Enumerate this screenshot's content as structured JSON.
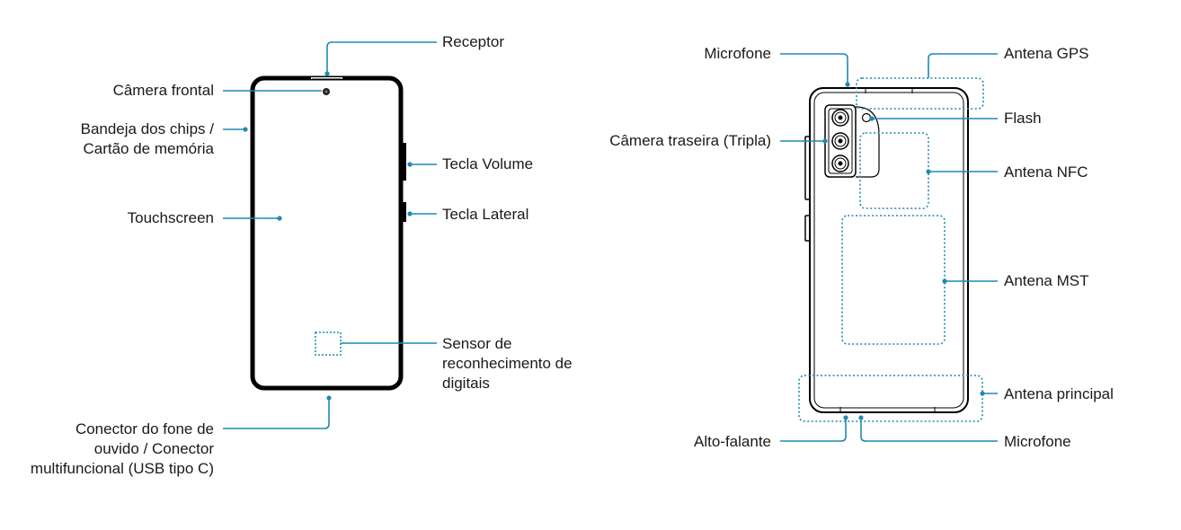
{
  "front": {
    "receptor": "Receptor",
    "camera_frontal": "Câmera frontal",
    "bandeja_line1": "Bandeja dos chips /",
    "bandeja_line2": "Cartão de memória",
    "tecla_volume": "Tecla Volume",
    "tecla_lateral": "Tecla Lateral",
    "touchscreen": "Touchscreen",
    "sensor_line1": "Sensor de",
    "sensor_line2": "reconhecimento de",
    "sensor_line3": "digitais",
    "conector_line1": "Conector do fone de",
    "conector_line2": "ouvido / Conector",
    "conector_line3": "multifuncional (USB tipo C)"
  },
  "back": {
    "microfone_top": "Microfone",
    "antena_gps": "Antena GPS",
    "flash": "Flash",
    "camera_traseira": "Câmera traseira (Tripla)",
    "antena_nfc": "Antena NFC",
    "antena_mst": "Antena MST",
    "antena_principal": "Antena principal",
    "alto_falante": "Alto-falante",
    "microfone_bottom": "Microfone"
  },
  "colors": {
    "leader": "#1f8ab0",
    "outline": "#000000",
    "text": "#1a1a1a"
  }
}
